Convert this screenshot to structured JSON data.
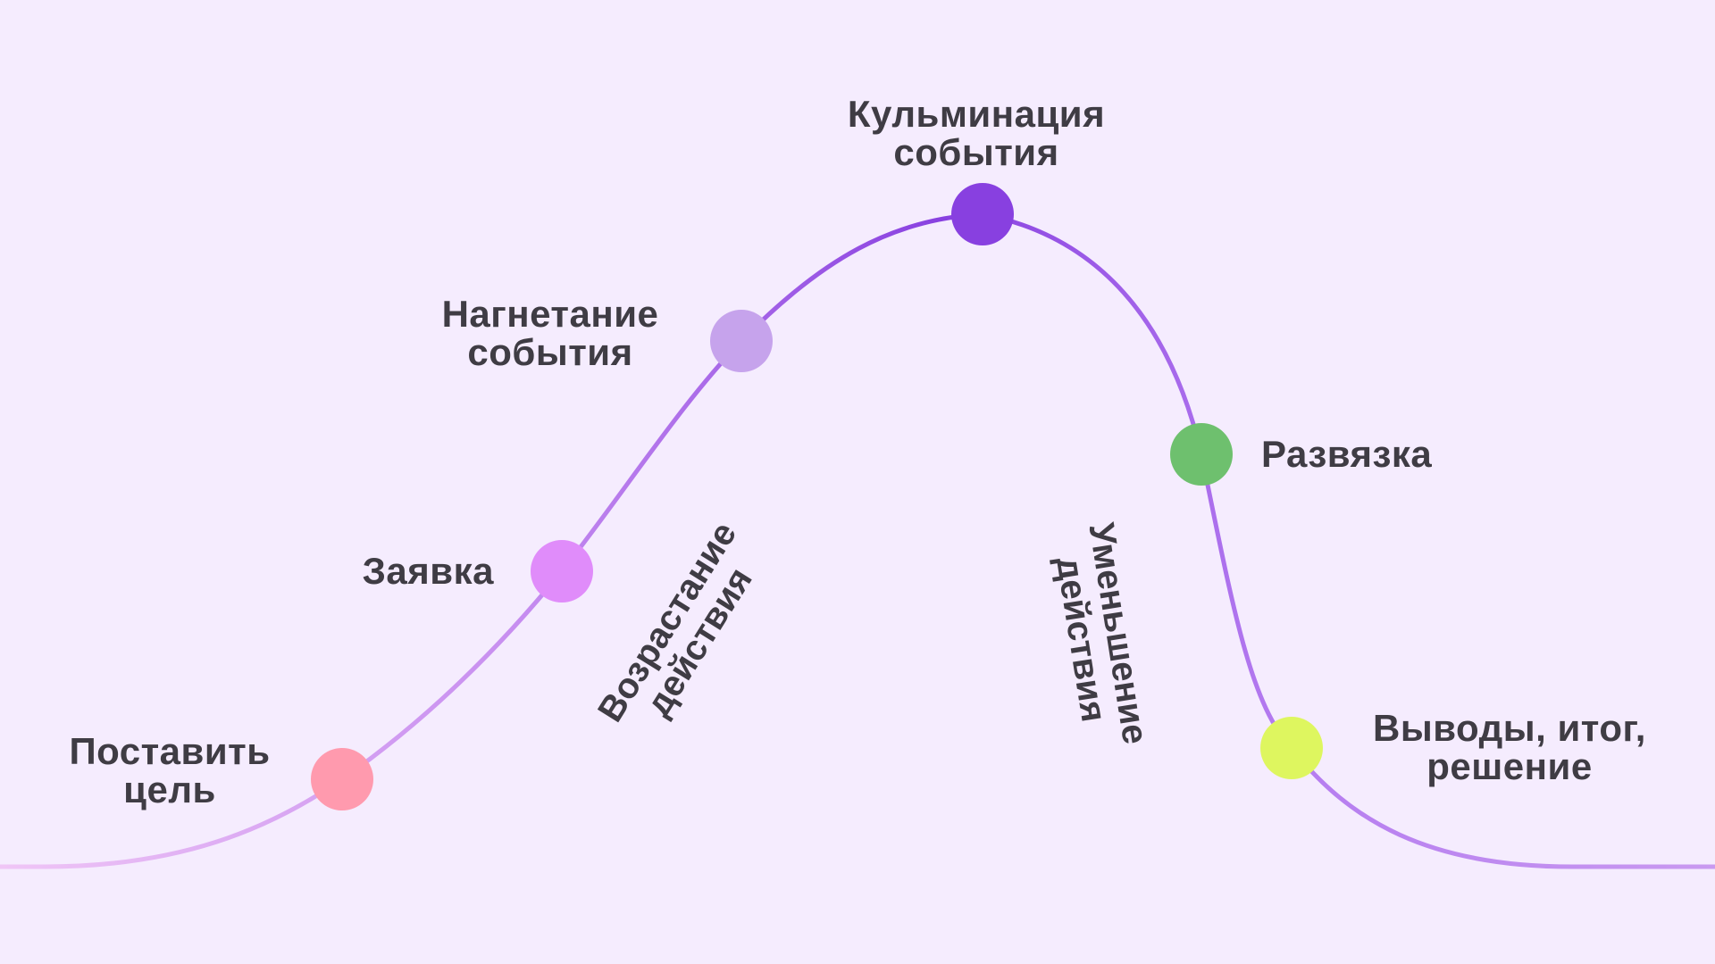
{
  "stages": [
    {
      "id": "goal",
      "lines": [
        "Поставить",
        "цель"
      ],
      "color": "#ff9aae"
    },
    {
      "id": "application",
      "lines": [
        "Заявка"
      ],
      "color": "#e08cfa"
    },
    {
      "id": "buildup",
      "lines": [
        "Нагнетание",
        "события"
      ],
      "color": "#c6a3ec"
    },
    {
      "id": "climax",
      "lines": [
        "Кульминация",
        "события"
      ],
      "color": "#8840e0"
    },
    {
      "id": "denouement",
      "lines": [
        "Развязка"
      ],
      "color": "#6ec06e"
    },
    {
      "id": "conclusion",
      "lines": [
        "Выводы, итог,",
        "решение"
      ],
      "color": "#def65f"
    }
  ],
  "phases": {
    "rising": [
      "Возрастание",
      "действия"
    ],
    "falling": [
      "Уменьшение",
      "действия"
    ]
  },
  "curve_colors": {
    "start": "#f0c6f6",
    "middle": "#8840e0",
    "end": "#c99af0"
  }
}
